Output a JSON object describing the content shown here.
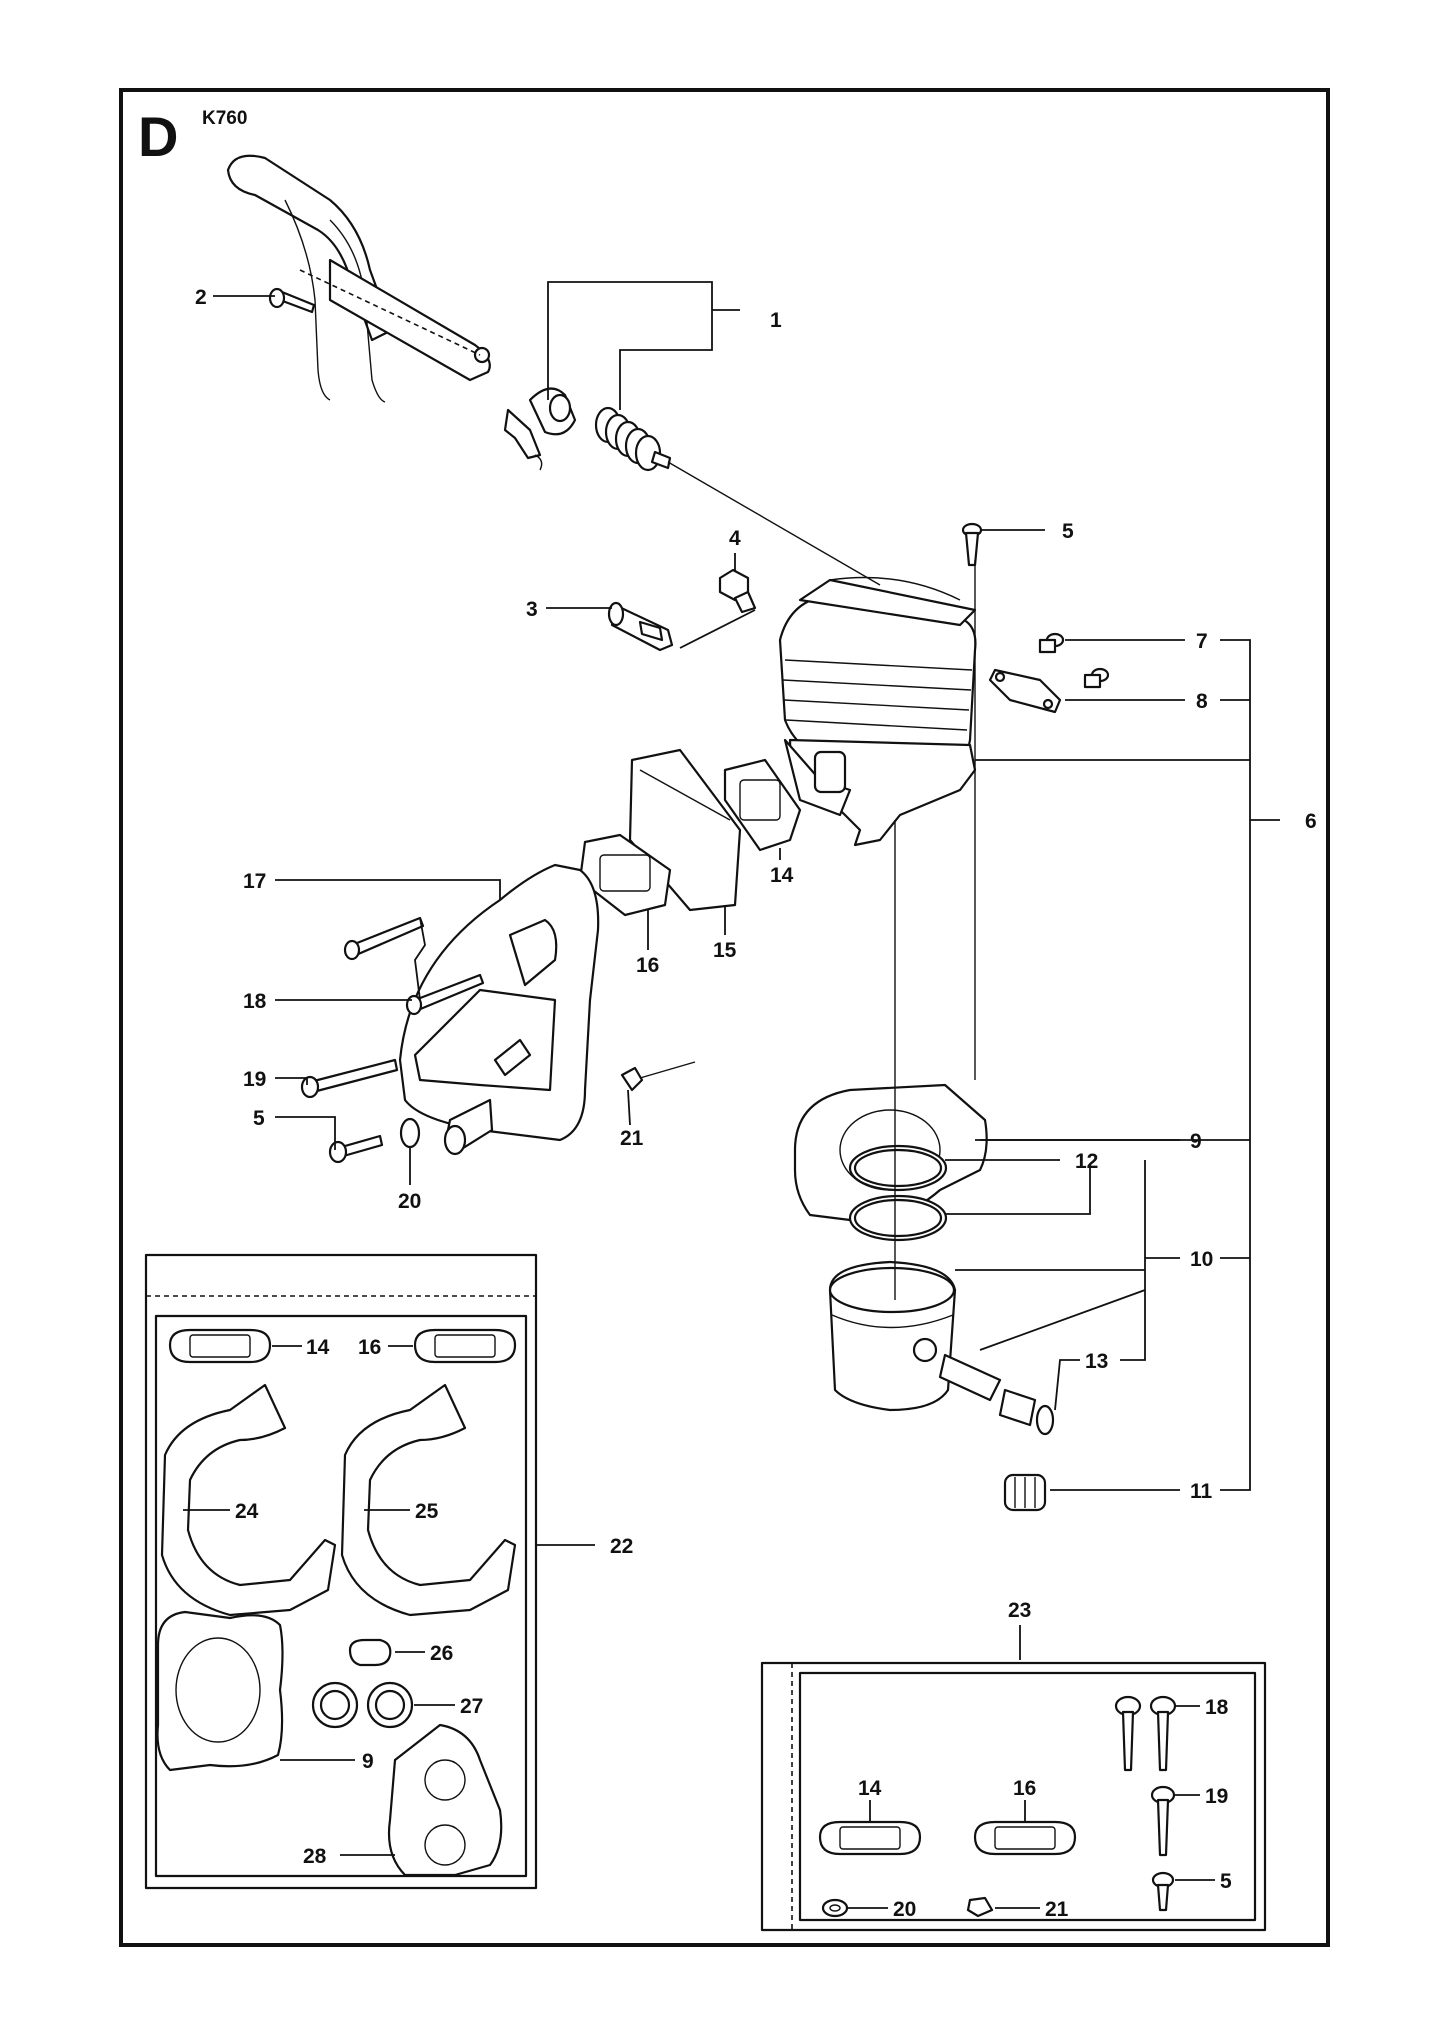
{
  "section_letter": "D",
  "model": "K760",
  "callouts": {
    "c1": "1",
    "c2": "2",
    "c3": "3",
    "c4": "4",
    "c5a": "5",
    "c5b": "5",
    "c6": "6",
    "c7": "7",
    "c8": "8",
    "c9a": "9",
    "c10": "10",
    "c11": "11",
    "c12": "12",
    "c13": "13",
    "c14a": "14",
    "c15": "15",
    "c16a": "16",
    "c17": "17",
    "c18a": "18",
    "c19a": "19",
    "c20a": "20",
    "c21a": "21",
    "c22": "22",
    "c14b": "14",
    "c16b": "16",
    "c24": "24",
    "c25": "25",
    "c26": "26",
    "c27": "27",
    "c9b": "9",
    "c28": "28",
    "c23": "23",
    "c18b": "18",
    "c19b": "19",
    "c14c": "14",
    "c16c": "16",
    "c5c": "5",
    "c20b": "20",
    "c21b": "21"
  }
}
